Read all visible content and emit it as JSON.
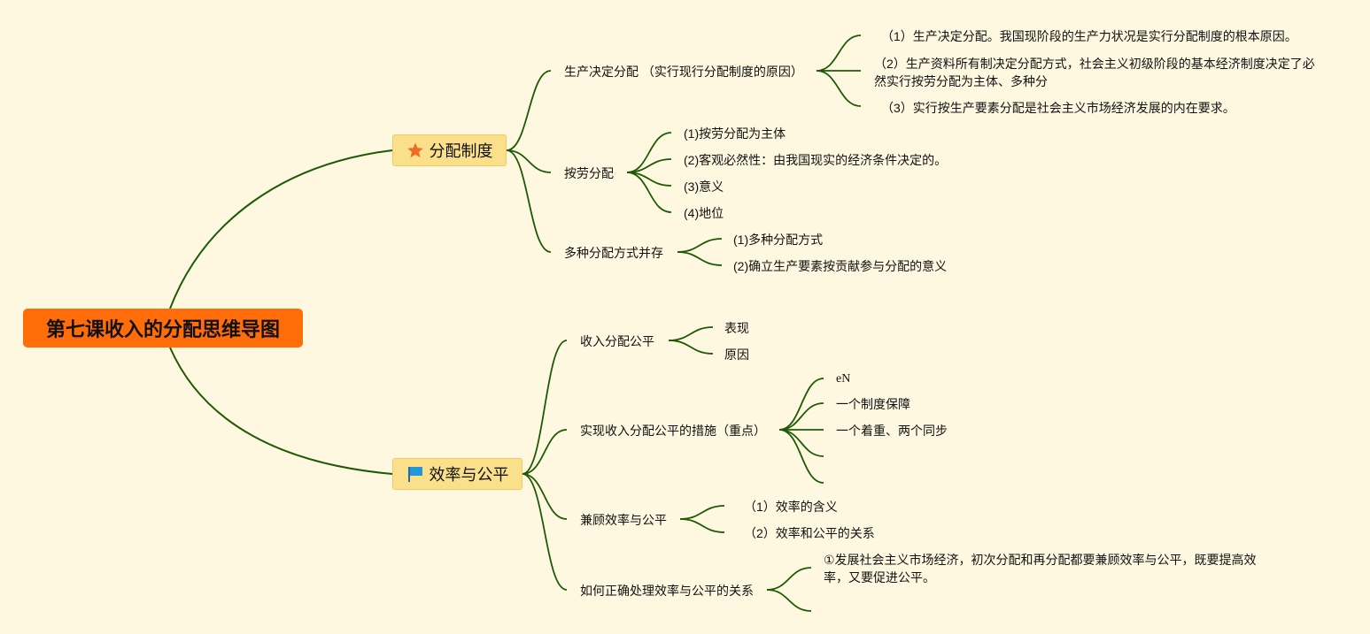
{
  "root": {
    "title": "第七课收入的分配思维导图"
  },
  "branches": [
    {
      "label": "分配制度",
      "icon": "star-icon",
      "children": [
        {
          "label": "生产决定分配 （实行现行分配制度的原因）",
          "children": [
            "（1）生产决定分配。我国现阶段的生产力状况是实行分配制度的根本原因。",
            "（2）生产资料所有制决定分配方式，社会主义初级阶段的基本经济制度决定了必然实行按劳分配为主体、多种分",
            "（3）实行按生产要素分配是社会主义市场经济发展的内在要求。"
          ]
        },
        {
          "label": "按劳分配",
          "children": [
            "(1)按劳分配为主体",
            "(2)客观必然性：由我国现实的经济条件决定的。",
            "(3)意义",
            "(4)地位"
          ]
        },
        {
          "label": "多种分配方式并存",
          "children": [
            "(1)多种分配方式",
            "(2)确立生产要素按贡献参与分配的意义"
          ]
        }
      ]
    },
    {
      "label": "效率与公平",
      "icon": "flag-icon",
      "children": [
        {
          "label": "收入分配公平",
          "children": [
            "表现",
            "原因"
          ]
        },
        {
          "label": "实现收入分配公平的措施（重点）",
          "children": [
            "eN",
            "一个制度保障",
            "一个着重、两个同步",
            "",
            ""
          ]
        },
        {
          "label": "兼顾效率与公平",
          "children": [
            "（1）效率的含义",
            "（2）效率和公平的关系"
          ]
        },
        {
          "label": "如何正确处理效率与公平的关系",
          "children": [
            "①发展社会主义市场经济，初次分配和再分配都要兼顾效率与公平，既要提高效率，又要促进公平。",
            ""
          ]
        }
      ]
    }
  ],
  "colors": {
    "background": "#fef8e1",
    "root_fill": "#ff6d0b",
    "main_fill": "#fbe08c",
    "line": "#1e5a05",
    "star": "#f06a28",
    "flag": "#2196d8"
  }
}
